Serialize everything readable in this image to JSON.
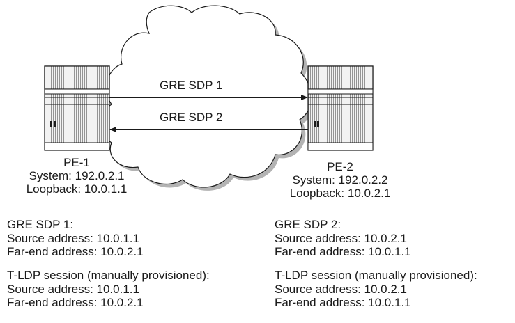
{
  "links": {
    "sdp1_label": "GRE SDP 1",
    "sdp2_label": "GRE SDP 2"
  },
  "pe1": {
    "name": "PE-1",
    "system": "System: 192.0.2.1",
    "loopback": "Loopback: 10.0.1.1"
  },
  "pe2": {
    "name": "PE-2",
    "system": "System: 192.0.2.2",
    "loopback": "Loopback: 10.0.2.1"
  },
  "left_info": {
    "sdp_title": "GRE SDP 1:",
    "sdp_source": "Source address: 10.0.1.1",
    "sdp_farend": "Far-end address: 10.0.2.1",
    "tldp_title": "T-LDP session (manually provisioned):",
    "tldp_source": "Source address: 10.0.1.1",
    "tldp_farend": "Far-end address: 10.0.2.1"
  },
  "right_info": {
    "sdp_title": "GRE SDP 2:",
    "sdp_source": "Source address: 10.0.2.1",
    "sdp_farend": "Far-end address: 10.0.1.1",
    "tldp_title": "T-LDP session (manually provisioned):",
    "tldp_source": "Source address: 10.0.2.1",
    "tldp_farend": "Far-end address: 10.0.1.1"
  },
  "colors": {
    "cloud_fill": "#ffffff",
    "cloud_shadow": "#b3b3b3",
    "router_fill": "#ececec",
    "line": "#1a1a1a"
  }
}
